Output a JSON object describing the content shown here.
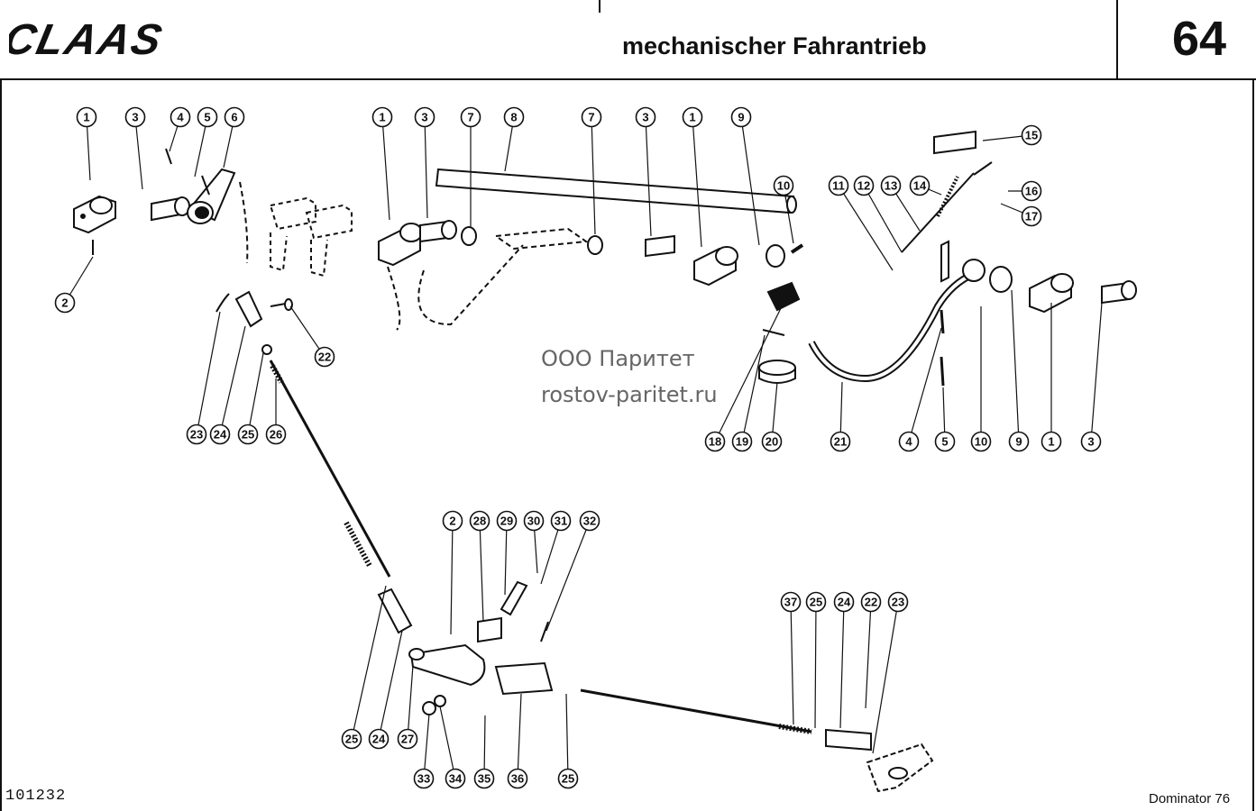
{
  "header": {
    "brand": "CLAAS",
    "title": "mechanischer Fahrantrieb",
    "page_number": "64"
  },
  "footer": {
    "document_number": "101232",
    "model": "Dominator 76"
  },
  "watermark": {
    "line1": "ООО Паритет",
    "line2": "rostov-paritet.ru"
  },
  "callouts": [
    "1",
    "2",
    "3",
    "4",
    "5",
    "6",
    "1",
    "3",
    "7",
    "8",
    "7",
    "3",
    "1",
    "9",
    "10",
    "11",
    "12",
    "13",
    "14",
    "15",
    "16",
    "17",
    "22",
    "23",
    "24",
    "25",
    "26",
    "18",
    "19",
    "20",
    "21",
    "4",
    "5",
    "10",
    "9",
    "1",
    "3",
    "2",
    "28",
    "29",
    "30",
    "31",
    "32",
    "25",
    "24",
    "27",
    "33",
    "34",
    "35",
    "36",
    "25",
    "37",
    "25",
    "24",
    "22",
    "23"
  ]
}
